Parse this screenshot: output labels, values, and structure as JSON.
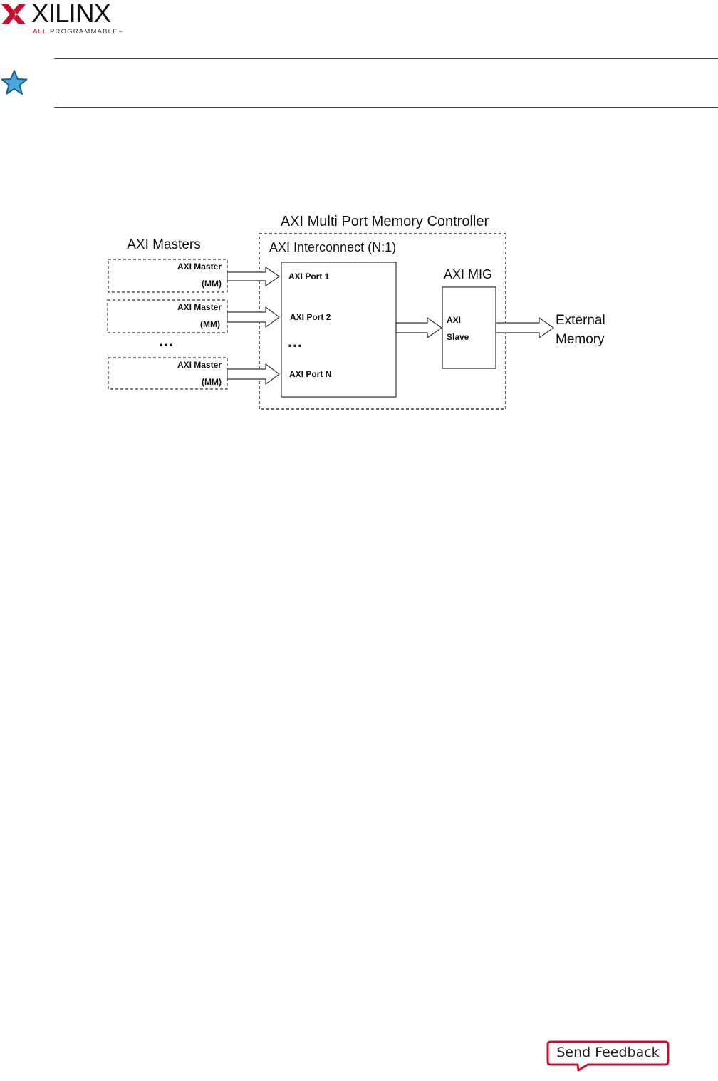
{
  "header": {
    "brand": "XILINX",
    "tagline_accent": "ALL",
    "tagline_rest": " PROGRAMMABLE",
    "tagline_mark": "™",
    "brand_color": "#c8102e"
  },
  "note": {
    "icon": "star-icon",
    "icon_color": "#4aa8e0"
  },
  "diagram": {
    "title": "AXI Multi Port Memory Controller",
    "masters_heading": "AXI Masters",
    "masters": [
      {
        "line1": "AXI Master",
        "line2": "(MM)"
      },
      {
        "line1": "AXI Master",
        "line2": "(MM)"
      },
      {
        "line1": "AXI Master",
        "line2": "(MM)"
      }
    ],
    "masters_ellipsis": "…",
    "interconnect_label": "AXI Interconnect (N:1)",
    "ports": [
      "AXI Port 1",
      "AXI Port 2",
      "AXI Port N"
    ],
    "ports_ellipsis": "…",
    "mig_label": "AXI MIG",
    "slave_line1": "AXI",
    "slave_line2": "Slave",
    "external_line1": "External",
    "external_line2": "Memory"
  },
  "footer": {
    "feedback_label": "Send Feedback",
    "feedback_color": "#c8102e"
  }
}
